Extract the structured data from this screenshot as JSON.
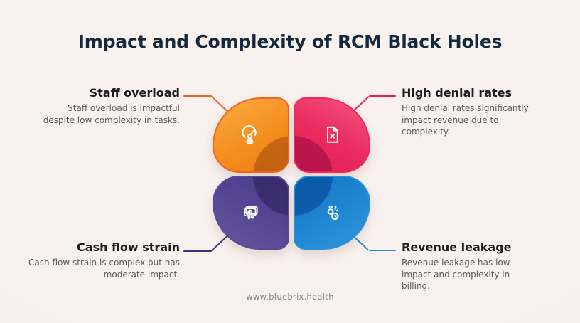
{
  "title": "Impact and Complexity of RCM Black Holes",
  "footer": {
    "url": "www.bluebrix.health"
  },
  "colors": {
    "background": "#F7EFEB",
    "title": "#14283E",
    "label": "#1D1D1F",
    "description": "#5B5B5E",
    "footer": "#8B8285"
  },
  "items": [
    {
      "label": "Staff overload",
      "description": "Staff overload is impactful despite low complexity in tasks.",
      "accent_color": "#F2632C",
      "icon": "workload-gauge-icon",
      "position": "top-left"
    },
    {
      "label": "High denial rates",
      "description": "High denial rates significantly impact revenue due to complexity.",
      "accent_color": "#EE1B5B",
      "icon": "denied-claim-document-icon",
      "position": "top-right"
    },
    {
      "label": "Cash flow strain",
      "description": "Cash flow strain is complex but has moderate impact.",
      "accent_color": "#3E3182",
      "icon": "dripping-cash-icon",
      "position": "bottom-left"
    },
    {
      "label": "Revenue leakage",
      "description": "Revenue leakage has low impact and complexity in billing.",
      "accent_color": "#1E88D5",
      "icon": "leaking-coins-icon",
      "position": "bottom-right"
    }
  ]
}
